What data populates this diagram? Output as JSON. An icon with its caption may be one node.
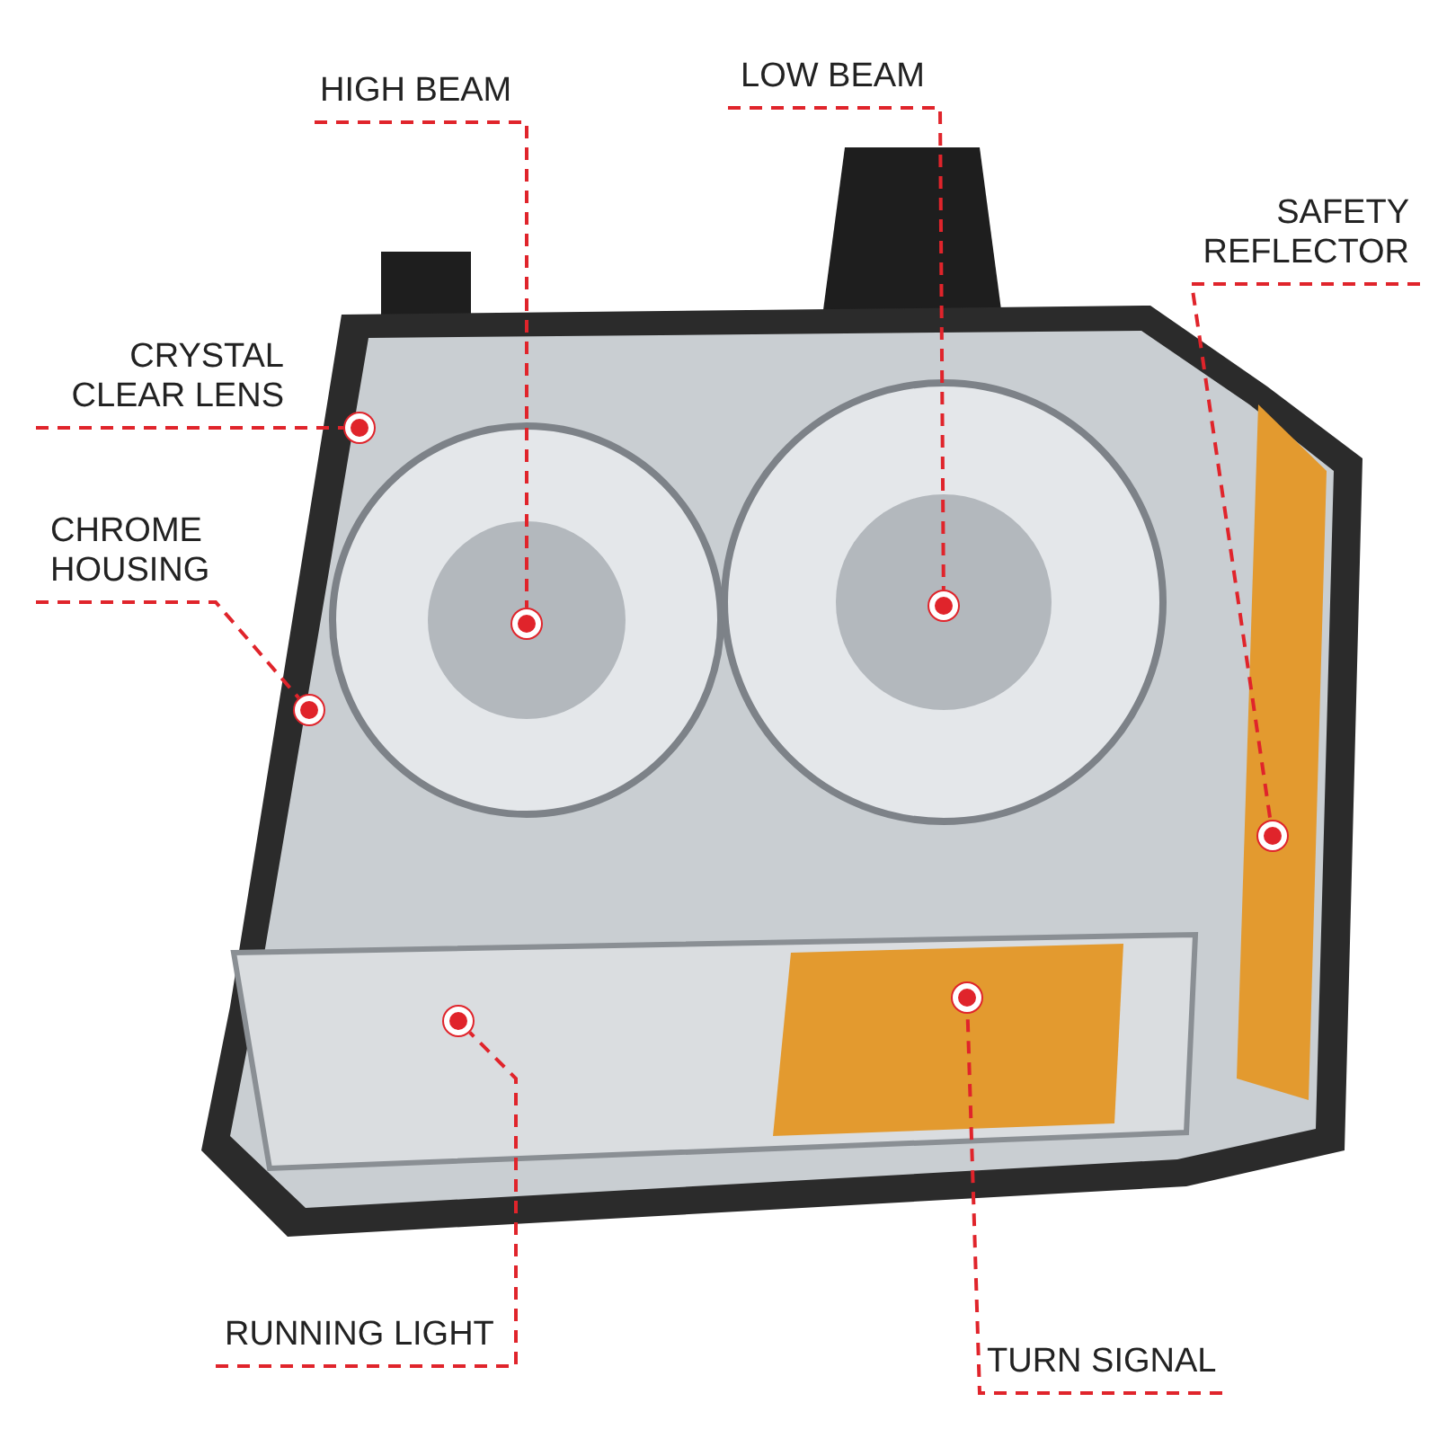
{
  "diagram": {
    "nodes": [
      {
        "text": [
          "HIGH BEAM"
        ]
      },
      {
        "text": [
          "LOW BEAM"
        ]
      },
      {
        "text": [
          "SAFETY REFLECTOR"
        ]
      },
      {
        "text": [
          "CRYSTAL CLEAR LENS"
        ]
      },
      {
        "text": [
          "CHROME HOUSING"
        ]
      },
      {
        "text": [
          "RUNNING LIGHT"
        ]
      },
      {
        "text": [
          "TURN SIGNAL"
        ]
      },
      {
        "text": [],
        "shape": "circle"
      },
      {
        "text": [],
        "shape": "circle"
      },
      {
        "text": [],
        "shape": "circle"
      },
      {
        "text": [],
        "shape": "circle"
      },
      {
        "text": [],
        "shape": "circle"
      },
      {
        "text": [],
        "shape": "circle"
      },
      {
        "text": [],
        "shape": "circle"
      }
    ],
    "edges": [
      {
        "from": 0,
        "to": 10,
        "arrow": "none",
        "style": "dashed"
      },
      {
        "from": 1,
        "to": 11,
        "arrow": "none",
        "style": "dashed"
      },
      {
        "from": 2,
        "to": 13,
        "arrow": "none",
        "style": "dashed"
      },
      {
        "from": 3,
        "to": 8,
        "arrow": "none",
        "style": "dashed"
      },
      {
        "from": 4,
        "to": 7,
        "arrow": "none",
        "style": "dashed"
      },
      {
        "from": 5,
        "to": 9,
        "arrow": "none",
        "style": "dashed"
      },
      {
        "from": 6,
        "to": 12,
        "arrow": "none",
        "style": "dashed"
      }
    ]
  }
}
